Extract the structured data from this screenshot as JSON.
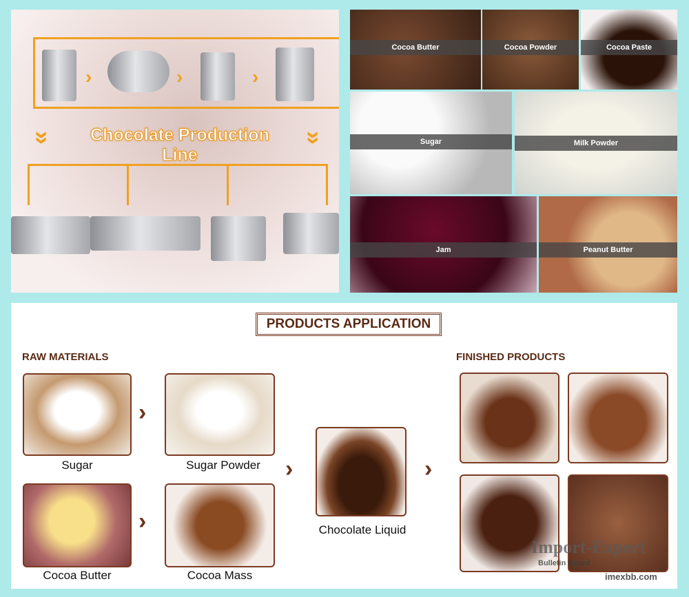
{
  "production_line": {
    "title": "Chocolate Production Line"
  },
  "ingredients": [
    {
      "label": "Cocoa Butter"
    },
    {
      "label": "Cocoa Powder"
    },
    {
      "label": "Cocoa Paste"
    },
    {
      "label": "Sugar"
    },
    {
      "label": "Milk Powder"
    },
    {
      "label": "Jam"
    },
    {
      "label": "Peanut Butter"
    }
  ],
  "application": {
    "title": "PRODUCTS APPLICATION",
    "raw_heading": "RAW MATERIALS",
    "finished_heading": "FINISHED PRODUCTS",
    "items": {
      "sugar": "Sugar",
      "sugar_powder": "Sugar Powder",
      "cocoa_butter": "Cocoa Butter",
      "cocoa_mass": "Cocoa Mass",
      "chocolate_liquid": "Chocolate Liquid"
    }
  },
  "watermark": {
    "brand": "Import-Export",
    "sub": "Bulletin Board",
    "site": "imexbb.com"
  }
}
